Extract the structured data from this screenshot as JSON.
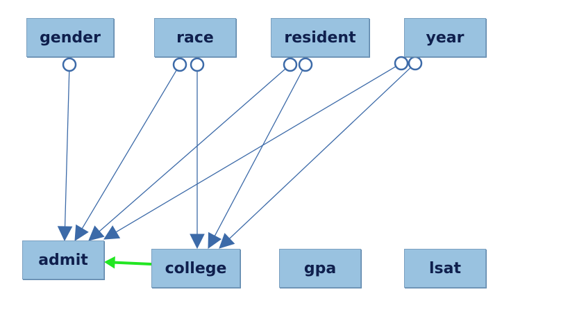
{
  "nodes": {
    "gender": "gender",
    "race": "race",
    "resident": "resident",
    "year": "year",
    "admit": "admit",
    "college": "college",
    "gpa": "gpa",
    "lsat": "lsat"
  },
  "edges": [
    {
      "from": "gender",
      "to": "admit",
      "type": "circle-arrow"
    },
    {
      "from": "race",
      "to": "admit",
      "type": "circle-arrow"
    },
    {
      "from": "race",
      "to": "college",
      "type": "circle-arrow"
    },
    {
      "from": "resident",
      "to": "admit",
      "type": "circle-arrow"
    },
    {
      "from": "resident",
      "to": "college",
      "type": "circle-arrow"
    },
    {
      "from": "year",
      "to": "admit",
      "type": "circle-arrow"
    },
    {
      "from": "year",
      "to": "college",
      "type": "circle-arrow"
    },
    {
      "from": "college",
      "to": "admit",
      "type": "directed"
    }
  ],
  "colors": {
    "node_fill": "#99c2e0",
    "node_text": "#0f1f4d",
    "edge": "#3c6aa8",
    "directed_edge": "#22e622"
  }
}
